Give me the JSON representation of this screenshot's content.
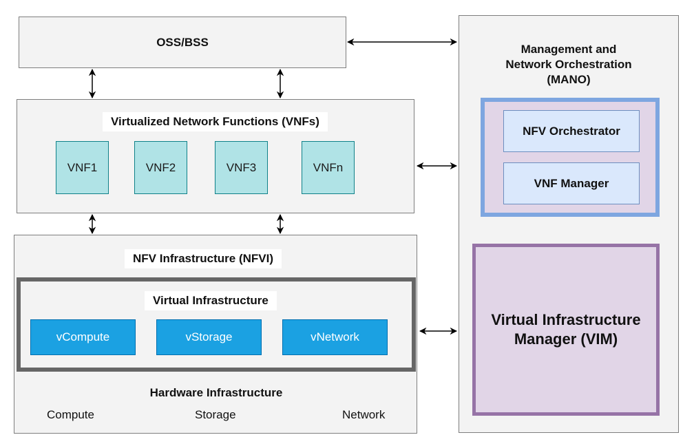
{
  "oss_bss": {
    "label": "OSS/BSS"
  },
  "vnfs": {
    "title": "Virtualized Network Functions (VNFs)",
    "items": [
      "VNF1",
      "VNF2",
      "VNF3",
      "VNFn"
    ]
  },
  "nfvi": {
    "title": "NFV Infrastructure (NFVI)",
    "virtual": {
      "title": "Virtual Infrastructure",
      "items": [
        "vCompute",
        "vStorage",
        "vNetwork"
      ]
    },
    "hardware": {
      "title": "Hardware Infrastructure",
      "items": [
        "Compute",
        "Storage",
        "Network"
      ]
    }
  },
  "mano": {
    "title_line1": "Management and",
    "title_line2": "Network Orchestration",
    "title_line3": "(MANO)",
    "orchestrator": "NFV Orchestrator",
    "vnf_manager": "VNF Manager",
    "vim_line1": "Virtual Infrastructure",
    "vim_line2": "Manager (VIM)"
  },
  "colors": {
    "box_fill": "#f3f3f3",
    "vnf_fill": "#b0e3e6",
    "vresource_fill": "#1ba1e2",
    "mano_inner_fill": "#e1d5e7",
    "mano_inner_border": "#7ea6e0",
    "vim_border": "#9673a6",
    "manager_fill": "#dae8fc"
  }
}
